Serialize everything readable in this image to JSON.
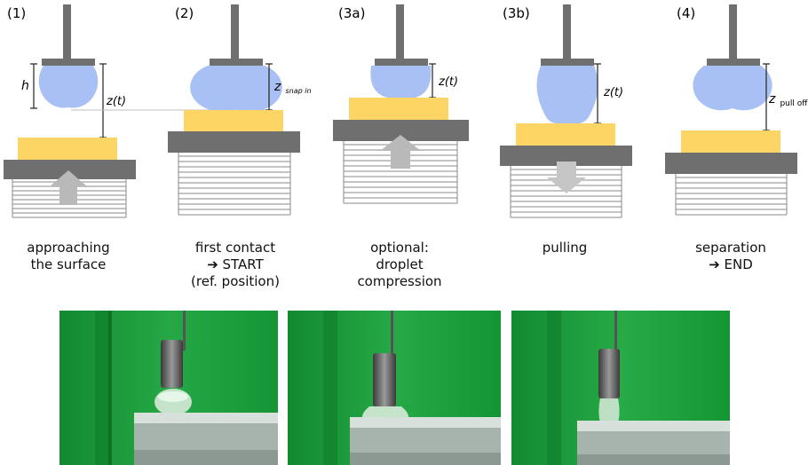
{
  "stages": [
    {
      "label": "(1)",
      "z_label": "z(t)",
      "h_label": "h",
      "caption": [
        "approaching",
        "the surface"
      ],
      "arrow": "up-arrow"
    },
    {
      "label": "(2)",
      "z_label_main": "z",
      "z_label_sub": "snap in",
      "caption": [
        "first contact",
        "➔ START",
        "(ref. position)"
      ]
    },
    {
      "label": "(3a)",
      "z_label": "z(t)",
      "caption": [
        "optional:",
        "droplet",
        "compression"
      ],
      "arrow": "up-arrow"
    },
    {
      "label": "(3b)",
      "z_label": "z(t)",
      "caption": [
        "pulling"
      ],
      "arrow": "down-arrow"
    },
    {
      "label": "(4)",
      "z_label_main": "z",
      "z_label_sub": "pull off",
      "caption": [
        "separation",
        "➔ END"
      ]
    }
  ],
  "colors": {
    "needle": "#6f6f6f",
    "droplet": "#a9c0f4",
    "substrate": "#fcd564",
    "stage_plate": "#6f6f6f",
    "stage_lines": "#8a8a8a",
    "arrow": "#b9b9b9",
    "photo_green": "#1c9a3a"
  },
  "photos": [
    {
      "name": "photo-approach",
      "stage": "approaching"
    },
    {
      "name": "photo-compression",
      "stage": "compression"
    },
    {
      "name": "photo-pulling",
      "stage": "pulling"
    }
  ]
}
